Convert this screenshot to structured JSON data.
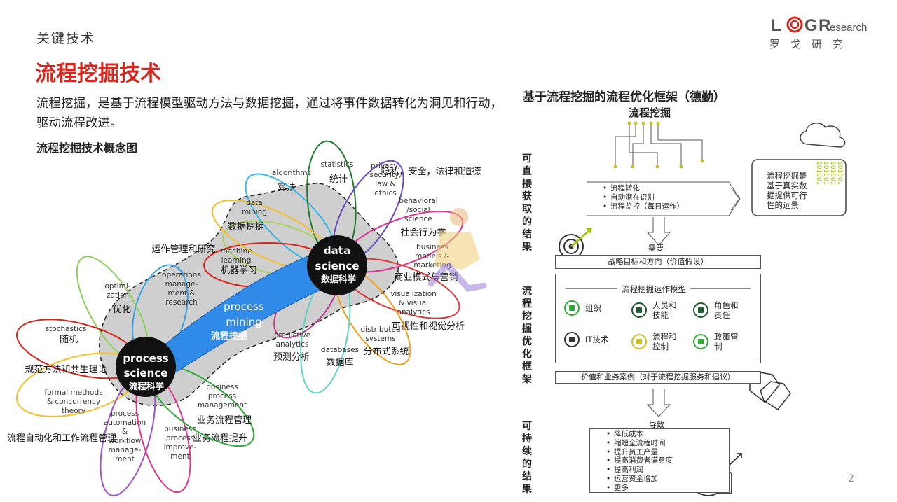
{
  "header": {
    "section": "关键技术",
    "title": "流程挖掘技术",
    "description": "流程挖掘，是基于流程模型驱动方法与数据挖掘，通过将事件数据转化为洞见和行动，驱动流程改进。",
    "concept_title": "流程挖掘技术概念图",
    "page_number": "2"
  },
  "logo": {
    "letters": [
      "L",
      "G",
      "R",
      "esearch"
    ],
    "cn": "罗戈研究",
    "colors": {
      "text": "#555555",
      "accent": "#d9261c"
    }
  },
  "concept_map": {
    "hubs": [
      {
        "en": [
          "data",
          "science"
        ],
        "cn": "数据科学"
      },
      {
        "en": [
          "process",
          "science"
        ],
        "cn": "流程科学"
      }
    ],
    "bridge": {
      "en": [
        "process",
        "mining"
      ],
      "cn": "流程挖掘",
      "color": "#2f8ae8"
    },
    "data_petals": [
      {
        "en": [
          "algorithms"
        ],
        "cn": "算法",
        "color": "#a9cf5a"
      },
      {
        "en": [
          "statistics"
        ],
        "cn": "统计",
        "color": "#33b5e5"
      },
      {
        "en": [
          "privacy,",
          "security,",
          "law &",
          "ethics"
        ],
        "cn": "隐私，安全，法律和道德",
        "color": "#1f7a2e"
      },
      {
        "en": [
          "behavioral",
          "/social",
          "science"
        ],
        "cn": "社会行为学",
        "color": "#6a4bbf"
      },
      {
        "en": [
          "business",
          "models &",
          "marketing"
        ],
        "cn": "商业模式与营销",
        "color": "#e0338e"
      },
      {
        "en": [
          "visualization",
          "& visual",
          "analytics"
        ],
        "cn": "可视性和视觉分析",
        "color": "#e03a3a"
      },
      {
        "en": [
          "distributed",
          "systems"
        ],
        "cn": "分布式系统",
        "color": "#f0a020"
      },
      {
        "en": [
          "databases"
        ],
        "cn": "数据库",
        "color": "#5fd3c0"
      },
      {
        "en": [
          "predictive",
          "analytics"
        ],
        "cn": "预测分析",
        "color": "#c03a8a"
      },
      {
        "en": [
          "machine",
          "learning"
        ],
        "cn": "机器学习",
        "color": "#d9261c"
      },
      {
        "en": [
          "data",
          "mining"
        ],
        "cn": "数据挖掘",
        "color": "#f2c02a"
      }
    ],
    "process_petals": [
      {
        "en": [
          "operations",
          "manage-",
          "ment &",
          "research"
        ],
        "cn": "运作管理和研究",
        "color": "#33a0e0"
      },
      {
        "en": [
          "optimi-",
          "zation"
        ],
        "cn": "优化",
        "color": "#8ccf5a"
      },
      {
        "en": [
          "stochastics"
        ],
        "cn": "随机",
        "color": "#d9261c"
      },
      {
        "en": [
          "formal methods",
          "& concurrency",
          "theory"
        ],
        "cn": "规范方法和共生理论",
        "color": "#f2c02a"
      },
      {
        "en": [
          "process",
          "automation",
          "&",
          "workflow",
          "manage-",
          "ment"
        ],
        "cn": "流程自动化和工作流程管理",
        "color": "#a050c8"
      },
      {
        "en": [
          "business",
          "process",
          "improve-",
          "ment"
        ],
        "cn": "业务流程提升",
        "color": "#e0338e"
      },
      {
        "en": [
          "business",
          "process",
          "management"
        ],
        "cn": "业务流程管理",
        "color": "#2faa3a"
      }
    ]
  },
  "framework": {
    "title": "基于流程挖掘的流程优化框架（德勤）",
    "top_label": "流程挖掘",
    "side_labels": [
      "可直接获取的结果",
      "流程挖掘优化框架",
      "可持续的结果"
    ],
    "direct_items": [
      "流程转化",
      "自动潜在识别",
      "流程监控（每日运作）"
    ],
    "cloud_note": "流程挖掘是基于真实数据提供可行性的远景",
    "binary_text": "101001",
    "need_label": "需要",
    "strategy": "战略目标和方向（价值假设）",
    "model_title": "流程挖掘运作模型",
    "model_items": [
      {
        "label": "组织",
        "icon": "org-chart-icon",
        "color": "#2faa3a"
      },
      {
        "label": "人员和技能",
        "icon": "people-icon",
        "color": "#1f5a2e"
      },
      {
        "label": "角色和责任",
        "icon": "role-icon",
        "color": "#1f5a2e"
      },
      {
        "label": "IT技术",
        "icon": "chip-icon",
        "color": "#333333"
      },
      {
        "label": "流程和控制",
        "icon": "flow-arrows-icon",
        "color": "#c8c020"
      },
      {
        "label": "政策管制",
        "icon": "bank-icon",
        "color": "#2faa3a"
      }
    ],
    "value_case": "价值和业务案例（对于流程挖掘服务和倡议）",
    "lead_label": "导致",
    "outcomes": [
      "降低成本",
      "缩短全流程时间",
      "提升员工产量",
      "提高消费者满意度",
      "提高利润",
      "运营资金增加",
      "更多"
    ],
    "colors": {
      "accent": "#a2c60a",
      "line": "#555555"
    }
  }
}
